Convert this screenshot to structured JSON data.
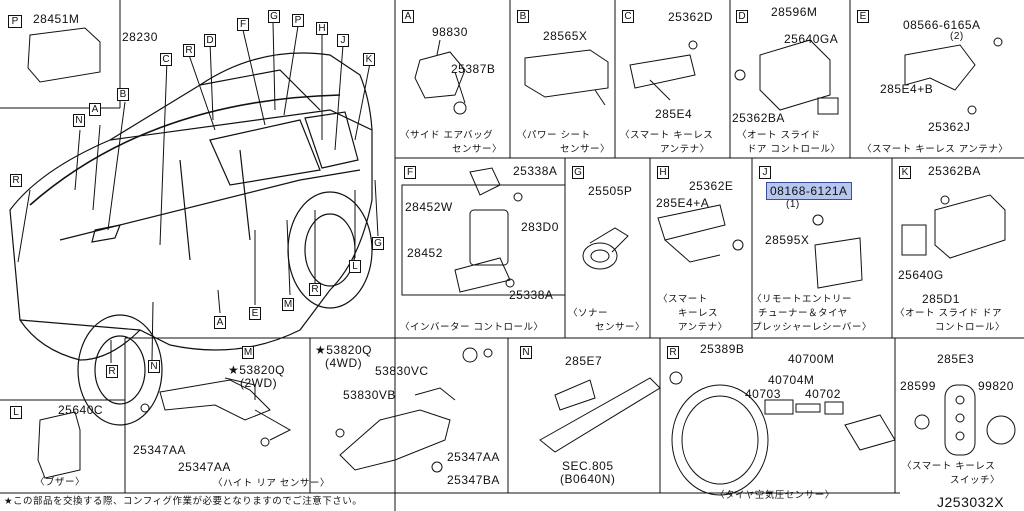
{
  "diagram_id": "J253032X",
  "footnote": "★この部品を交換する際、コンフィグ作業が必要となりますのでご注意下さい。",
  "main": {
    "part_28230": "28230",
    "part_28451M": "28451M",
    "section_P": "P",
    "part_53820Q_4wd": "★53820Q",
    "variant_4wd": "(4WD)",
    "callouts": [
      {
        "letter": "R"
      },
      {
        "letter": "D"
      },
      {
        "letter": "F"
      },
      {
        "letter": "G"
      },
      {
        "letter": "P"
      },
      {
        "letter": "H"
      },
      {
        "letter": "J"
      },
      {
        "letter": "K"
      },
      {
        "letter": "C"
      },
      {
        "letter": "N"
      },
      {
        "letter": "A"
      },
      {
        "letter": "B"
      },
      {
        "letter": "R"
      },
      {
        "letter": "G"
      },
      {
        "letter": "L"
      },
      {
        "letter": "R"
      },
      {
        "letter": "M"
      },
      {
        "letter": "E"
      },
      {
        "letter": "A"
      },
      {
        "letter": "R"
      },
      {
        "letter": "N"
      }
    ]
  },
  "panels": {
    "A": {
      "letter": "A",
      "parts": [
        "98830",
        "25387B"
      ],
      "caption1": "〈サイド エアバッグ",
      "caption2": "センサー〉"
    },
    "B": {
      "letter": "B",
      "parts": [
        "28565X"
      ],
      "caption1": "〈パワー シート",
      "caption2": "センサー〉"
    },
    "C": {
      "letter": "C",
      "parts": [
        "25362D",
        "285E4"
      ],
      "caption1": "〈スマート キーレス",
      "caption2": "アンテナ〉"
    },
    "D": {
      "letter": "D",
      "parts": [
        "28596M",
        "25640GA",
        "25362BA"
      ],
      "caption1": "〈オート スライド",
      "caption2": "ドア コントロール〉"
    },
    "E": {
      "letter": "E",
      "parts": [
        "08566-6165A",
        "(2)",
        "285E4+B",
        "25362J"
      ],
      "caption1": "〈スマート キーレス アンテナ〉"
    },
    "F": {
      "letter": "F",
      "parts": [
        "25338A",
        "28452W",
        "283D0",
        "28452",
        "25338A"
      ],
      "caption1": "〈インバーター コントロール〉"
    },
    "G": {
      "letter": "G",
      "parts": [
        "25505P"
      ],
      "caption1": "〈ソナー",
      "caption2": "センサー〉"
    },
    "H": {
      "letter": "H",
      "parts": [
        "25362E",
        "285E4+A"
      ],
      "caption1": "〈スマート",
      "caption2": "キーレス",
      "caption3": "アンテナ〉"
    },
    "J": {
      "letter": "J",
      "parts": [
        "08168-6121A",
        "(1)",
        "28595X"
      ],
      "caption1": "〈リモートエントリー",
      "caption2": "チューナー＆タイヤ",
      "caption3": "プレッシャーレシーバー〉"
    },
    "K": {
      "letter": "K",
      "parts": [
        "25362BA",
        "25640G",
        "285D1"
      ],
      "caption1": "〈オート スライド ドア",
      "caption2": "コントロール〉"
    },
    "L": {
      "letter": "L",
      "parts": [
        "25640C"
      ],
      "caption1": "〈ブザー〉"
    },
    "M": {
      "letter": "M",
      "parts": [
        "★53820Q",
        "(2WD)",
        "25347AA",
        "25347AA"
      ],
      "caption1": "〈ハイト リア センサー〉"
    },
    "Mx": {
      "parts": [
        "53830VC",
        "53830VB",
        "25347AA",
        "25347BA"
      ]
    },
    "N": {
      "letter": "N",
      "parts": [
        "285E7",
        "SEC.805",
        "(B0640N)"
      ]
    },
    "R": {
      "letter": "R",
      "parts": [
        "25389B",
        "40700M",
        "40704M",
        "40703",
        "40702"
      ],
      "caption1": "〈タイヤ空気圧センサー〉"
    },
    "Z": {
      "parts": [
        "285E3",
        "28599",
        "99820"
      ],
      "caption1": "〈スマート キーレス",
      "caption2": "スイッチ〉"
    }
  }
}
